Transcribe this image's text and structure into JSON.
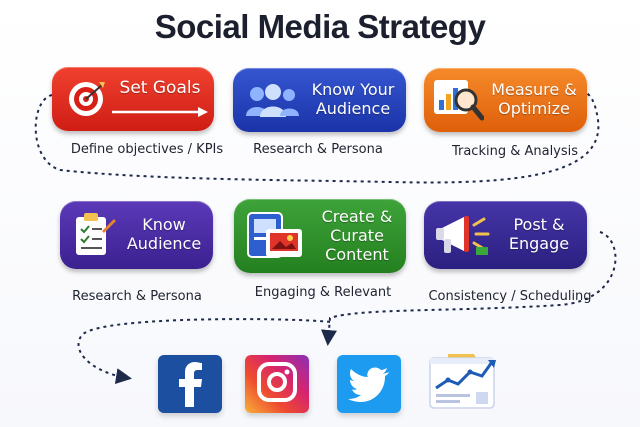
{
  "title": "Social Media Strategy",
  "steps": [
    {
      "label": "Set Goals",
      "caption": "Define objectives / KPIs",
      "color": "#e0261b",
      "icon": "target-icon"
    },
    {
      "label": "Know Your\nAudience",
      "caption": "Research & Persona",
      "color": "#2040b8",
      "icon": "people-icon"
    },
    {
      "label": "Measure &\nOptimize",
      "caption": "Tracking & Analysis",
      "color": "#ea7012",
      "icon": "analytics-icon"
    },
    {
      "label": "Know\nAudience",
      "caption": "Research & Persona",
      "color": "#4a2a9e",
      "icon": "checklist-icon"
    },
    {
      "label": "Create &\nCurate\nContent",
      "caption": "Engaging & Relevant",
      "color": "#2f8f2a",
      "icon": "content-icon"
    },
    {
      "label": "Post &\nEngage",
      "caption": "Consistency / Scheduling",
      "color": "#35288e",
      "icon": "megaphone-icon"
    }
  ],
  "platforms": [
    {
      "name": "facebook",
      "icon": "facebook-icon",
      "color": "#1c4f9f"
    },
    {
      "name": "instagram",
      "icon": "instagram-icon",
      "color": "#e1306c"
    },
    {
      "name": "twitter",
      "icon": "twitter-icon",
      "color": "#1d9bf0"
    },
    {
      "name": "analytics",
      "icon": "dashboard-chart-icon",
      "color": "#1d5bb5"
    }
  ]
}
